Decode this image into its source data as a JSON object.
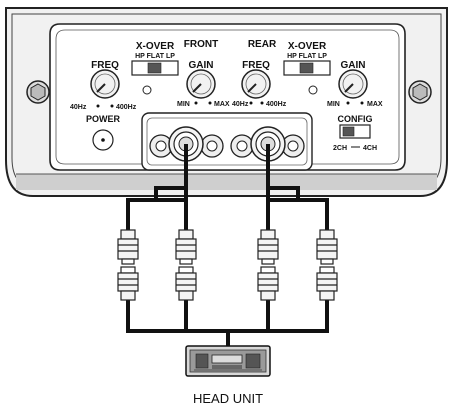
{
  "amp": {
    "crossover_front_label": "X-OVER",
    "crossover_front_modes": "HP FLAT LP",
    "front_label": "FRONT",
    "rear_label": "REAR",
    "crossover_rear_label": "X-OVER",
    "crossover_rear_modes": "HP FLAT LP",
    "freq_front_label": "FREQ",
    "freq_front_min": "40Hz",
    "freq_front_max": "400Hz",
    "gain_front_label": "GAIN",
    "gain_front_min": "MIN",
    "gain_front_max": "MAX",
    "freq_rear_label": "FREQ",
    "freq_rear_min": "40Hz",
    "freq_rear_max": "400Hz",
    "gain_rear_label": "GAIN",
    "gain_rear_min": "MIN",
    "gain_rear_max": "MAX",
    "power_label": "POWER",
    "config_label": "CONFIG",
    "config_2ch": "2CH",
    "config_4ch": "4CH"
  },
  "head_unit_label": "HEAD UNIT"
}
